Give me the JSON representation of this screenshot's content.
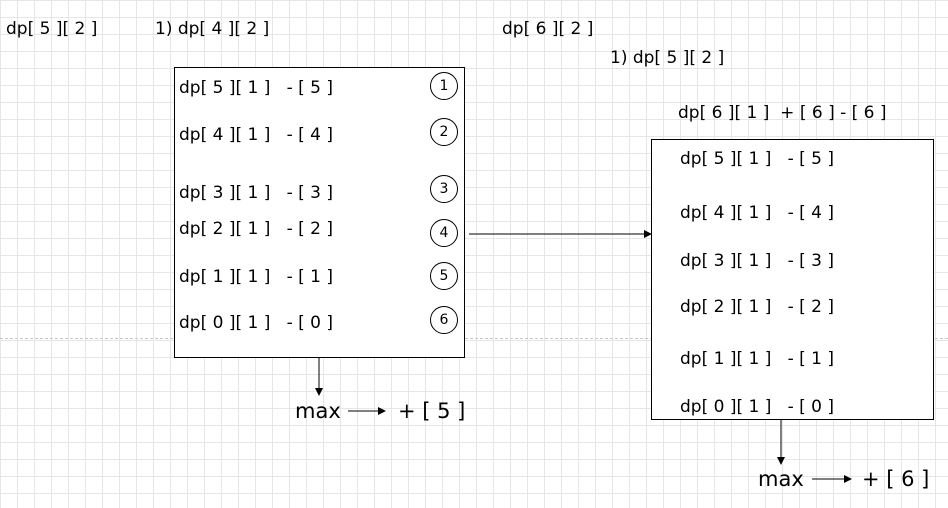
{
  "left": {
    "heading": "dp[ 5 ][ 2 ]",
    "step": "1) dp[ 4 ][ 2 ]",
    "rows": [
      {
        "text": "dp[ 5 ][ 1 ]   - [ 5 ]",
        "marker": "1"
      },
      {
        "text": "dp[ 4 ][ 1 ]   - [ 4 ]",
        "marker": "2"
      },
      {
        "text": "dp[ 3 ][ 1 ]   - [ 3 ]",
        "marker": "3"
      },
      {
        "text": "dp[ 2 ][ 1 ]   - [ 2 ]",
        "marker": "4"
      },
      {
        "text": "dp[ 1 ][ 1 ]   - [ 1 ]",
        "marker": "5"
      },
      {
        "text": "dp[ 0 ][ 1 ]   - [ 0 ]",
        "marker": "6"
      }
    ],
    "max_label": "max",
    "result": "+ [ 5 ]"
  },
  "right": {
    "heading": "dp[ 6 ][ 2 ]",
    "step": "1) dp[ 5 ][ 2 ]",
    "formula": "dp[ 6 ][ 1 ]  + [ 6 ] - [ 6 ]",
    "rows": [
      {
        "text": "dp[ 5 ][ 1 ]   - [ 5 ]"
      },
      {
        "text": "dp[ 4 ][ 1 ]   - [ 4 ]"
      },
      {
        "text": "dp[ 3 ][ 1 ]   - [ 3 ]"
      },
      {
        "text": "dp[ 2 ][ 1 ]   - [ 2 ]"
      },
      {
        "text": "dp[ 1 ][ 1 ]   - [ 1 ]"
      },
      {
        "text": "dp[ 0 ][ 1 ]   - [ 0 ]"
      }
    ],
    "max_label": "max",
    "result": "+ [ 6 ]"
  }
}
